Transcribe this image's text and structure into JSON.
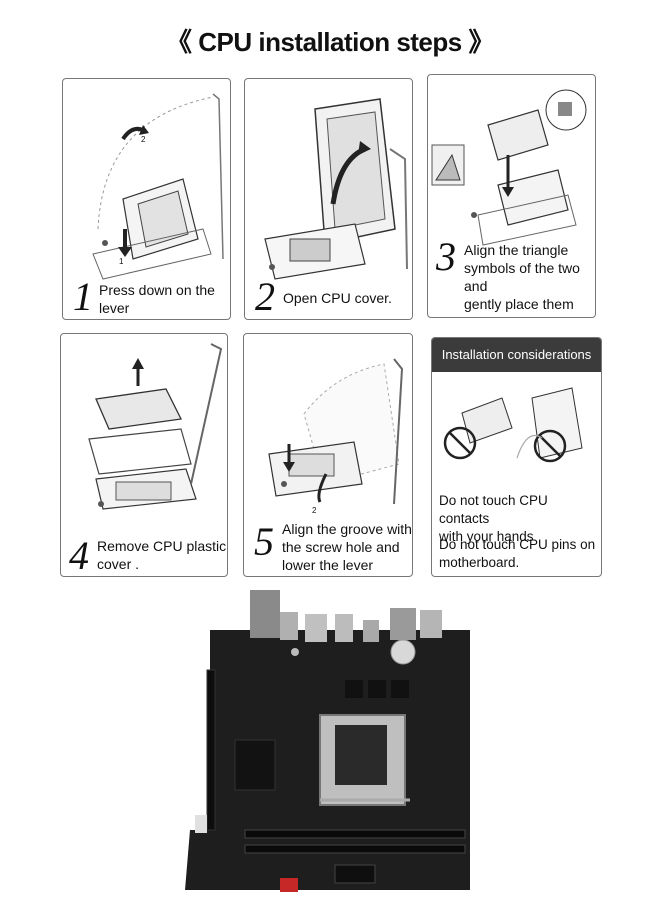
{
  "title": "《 CPU installation steps 》",
  "steps": [
    {
      "num": "1",
      "text": "Press down on the lever\nand lift it."
    },
    {
      "num": "2",
      "text": "Open CPU cover."
    },
    {
      "num": "3",
      "text": "Align the triangle\nsymbols of the two and\ngently place them into\nthe CPU."
    },
    {
      "num": "4",
      "text": "Remove CPU plastic\ncover ."
    },
    {
      "num": "5",
      "text": "Align the groove with\nthe screw hole and\nlower the lever"
    }
  ],
  "considerations": {
    "header": "Installation considerations",
    "note1": "Do not touch CPU contacts\nwith your hands",
    "note2": "Do not touch CPU pins on\nmotherboard."
  },
  "diagram_labels": {
    "arrow_1": "1",
    "arrow_2": "2",
    "arrow_5": "2"
  }
}
